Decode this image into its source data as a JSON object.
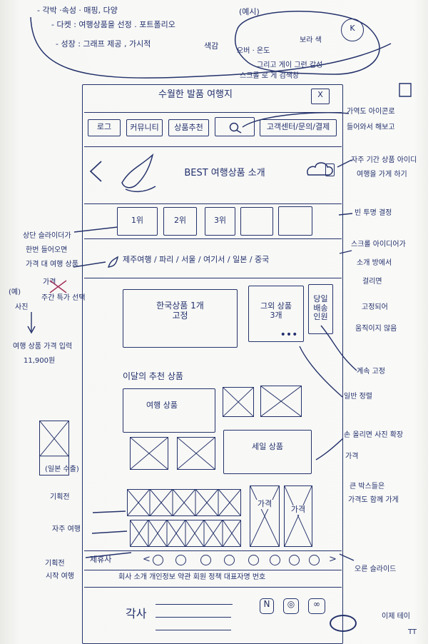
{
  "top_notes": {
    "line1": "- 각박 ·속성 · 매핑, 다양",
    "line2": "- 다켓 : 여행상품을 선정 . 포트폴리오",
    "line3": "- 성장 : 그래프 제공 , 가시적",
    "example": "(예시)",
    "topic": "색감",
    "bubble1": "오버 · 온도",
    "bubble2": "보라 색",
    "bubble3": "그리고 게이 그런 감성",
    "bubble4": "스크롤 로 게 검색창",
    "corner_mark": "K"
  },
  "right_notes": {
    "n1": "가역도 아이콘로",
    "n2": "들어와서 해보고",
    "n3": "자주 기간 상품 아이디",
    "n4": "여행을 가게 하기",
    "n5": "빈 투명 결정",
    "n6": "스크롤 아이디어가",
    "n7": "소개 방에서",
    "n8": "걸리면",
    "n9": "고정되어",
    "n10": "움직이지 않음",
    "n11": "계속 고정",
    "n12": "일반 정렬",
    "n13": "손 올리면 사진 확장",
    "n14": "가격",
    "n15": "큰 박스들은",
    "n16": "가격도 함께 가게",
    "n17": "오른 슬라이드",
    "n18": "이제 테이",
    "n19": "TT"
  },
  "left_notes": {
    "l1": "상단 슬라이더가",
    "l2": "한번 들어오면",
    "l3": "가격 대 여행 상품",
    "l4": "(예)",
    "l5": "사진",
    "l6": "여행 상품 가격 입력",
    "l7": "가격",
    "l8": "주간 특가 선택",
    "l9": "11,900원",
    "l10": "기획전",
    "l11": "자주 여행",
    "l12": "기획전",
    "l13": "시작 여행",
    "l14": "(일본 수출)"
  },
  "wireframe": {
    "title": "수월한 발품 여행지",
    "close": "X",
    "tabs": [
      "로그",
      "커뮤니티",
      "상품추천",
      "",
      "고객센터/문의/결제"
    ],
    "best": "BEST 여행상품 소개",
    "rank": [
      "1위",
      "2위",
      "3위",
      "",
      ""
    ],
    "marquee": "제주여행 / 파리 / 서울 / 여기서 / 일본 / 중국",
    "hero_main": "한국상품 1개\n고정",
    "hero_sub": "그외 상품\n3개",
    "hero_dots": "•••",
    "side_tag": "당일 배송 인원",
    "section_title": "이달의 추천 상품",
    "card_text": "여행 상품",
    "wide_card": "세일 상품",
    "price_tall1": "가격",
    "price_tall2": "가격",
    "arrow_left": "<",
    "arrow_right": ">",
    "partners_label": "제휴사",
    "footer_line": "회사 소개 개인정보 약관 회원 정책 대표자명 번호",
    "footer_logo": "각사",
    "footer_btn1": "N",
    "footer_btn2": "◎",
    "footer_btn3": "∞"
  }
}
